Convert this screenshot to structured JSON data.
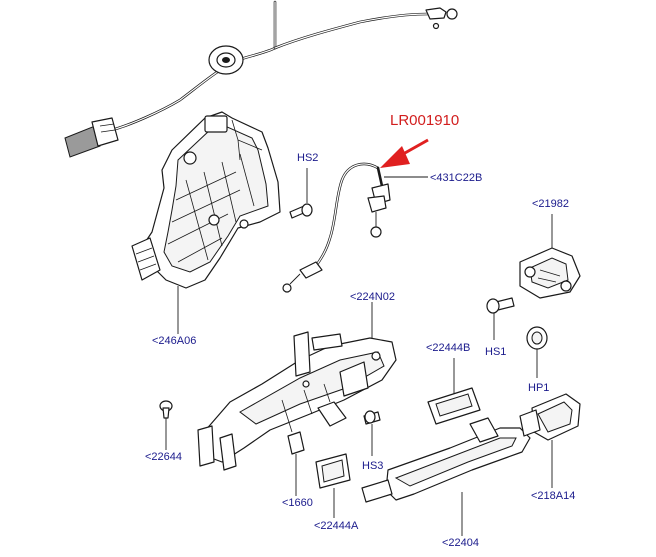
{
  "diagram": {
    "highlighted_part": "LR001910",
    "callouts": {
      "hs2": "HS2",
      "c431c22b": "<431C22B",
      "c21982": "<21982",
      "c224n02": "<224N02",
      "hs1": "HS1",
      "c22444b": "<22444B",
      "c246a06": "<246A06",
      "hp1": "HP1",
      "c22644": "<22644",
      "hs3": "HS3",
      "c218a14": "<218A14",
      "c1660": "<1660",
      "c22444a": "<22444A",
      "c22404": "<22404"
    },
    "colors": {
      "callout_text": "#1b1b8c",
      "highlight_text": "#d21e1e",
      "arrow": "#e02020",
      "line_art": "#1a1a1a"
    }
  }
}
